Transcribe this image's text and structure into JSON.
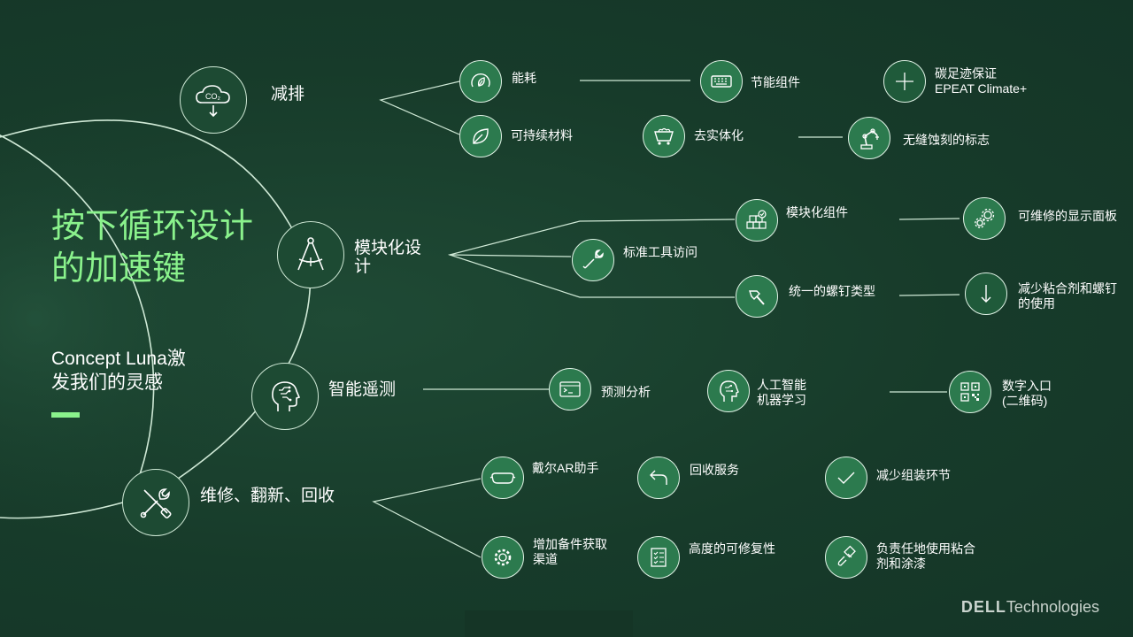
{
  "title": {
    "line1": "按下循环设计",
    "line2": "的加速键"
  },
  "subtitle": {
    "line1": "Concept Luna激",
    "line2": "发我们的灵感"
  },
  "logo": {
    "brand": "DELL",
    "suffix": "Technologies"
  },
  "colors": {
    "background": "#173b2a",
    "accent": "#8af28c",
    "node_fill": "#2c7a4e",
    "line": "#cfe9d6"
  },
  "categories": [
    {
      "label": "减排",
      "icon": "co2-cloud-icon",
      "icon_text": "CO₂"
    },
    {
      "label_line1": "模块化设",
      "label_line2": "计",
      "icon": "compass-icon"
    },
    {
      "label": "智能遥测",
      "icon": "brain-head-icon"
    },
    {
      "label": "维修、翻新、回收",
      "icon": "tools-icon"
    }
  ],
  "items": {
    "energy": {
      "label": "能耗",
      "icon": "gauge-leaf-icon"
    },
    "sustainable": {
      "label": "可持续材料",
      "icon": "leaf-icon"
    },
    "energy_parts": {
      "label": "节能组件",
      "icon": "keyboard-icon"
    },
    "dematerialize": {
      "label": "去实体化",
      "icon": "cart-icon"
    },
    "carbon": {
      "line1": "碳足迹保证",
      "line2": "EPEAT Climate+",
      "icon": "plus-icon"
    },
    "engraving": {
      "label": "无缝蚀刻的标志",
      "icon": "robot-arm-icon"
    },
    "modular_parts": {
      "label": "模块化组件",
      "icon": "blocks-icon"
    },
    "std_tools": {
      "label": "标准工具访问",
      "icon": "wrench-icon"
    },
    "screws": {
      "label": "统一的螺钉类型",
      "icon": "screwdriver-icon"
    },
    "display": {
      "label": "可维修的显示面板",
      "icon": "gears-icon"
    },
    "less_glue": {
      "line1": "减少粘合剂和螺钉",
      "line2": "的使用",
      "icon": "arrow-down-icon"
    },
    "predictive": {
      "label": "预测分析",
      "icon": "terminal-icon"
    },
    "ai_ml": {
      "line1": "人工智能",
      "line2": "机器学习",
      "icon": "ai-head-icon"
    },
    "digital": {
      "line1": "数字入口",
      "line2": "(二维码)",
      "icon": "qr-code-icon"
    },
    "ar": {
      "label": "戴尔AR助手",
      "icon": "ar-glasses-icon"
    },
    "recycle_service": {
      "label": "回收服务",
      "icon": "return-arrow-icon"
    },
    "less_assembly": {
      "label": "减少组装环节",
      "icon": "check-icon"
    },
    "spare_parts": {
      "line1": "增加备件获取",
      "line2": "渠道",
      "icon": "gear-icon"
    },
    "repairability": {
      "label": "高度的可修复性",
      "icon": "checklist-icon"
    },
    "responsible": {
      "line1": "负责任地使用粘合",
      "line2": "剂和涂漆",
      "icon": "paintbrush-icon"
    }
  }
}
